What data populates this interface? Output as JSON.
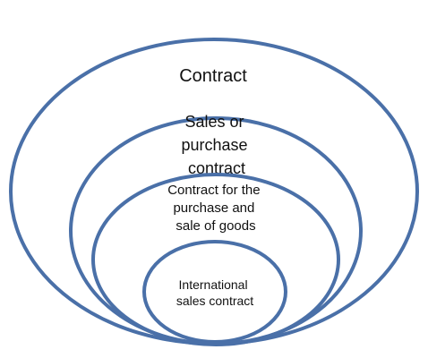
{
  "diagram": {
    "colors": {
      "ring_stroke": "#4a70a8",
      "text": "#111111",
      "background": "#ffffff"
    },
    "levels": [
      {
        "lines": [
          "Contract"
        ]
      },
      {
        "lines": [
          "Sales or",
          "purchase",
          "contract"
        ]
      },
      {
        "lines": [
          "Contract for the",
          "purchase and",
          "sale of goods"
        ]
      },
      {
        "lines": [
          "International",
          "sales contract"
        ]
      }
    ]
  }
}
